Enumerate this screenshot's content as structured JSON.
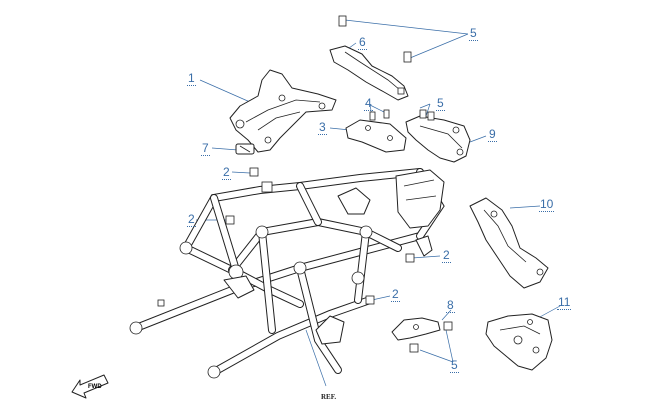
{
  "diagram": {
    "callouts": [
      {
        "id": "c1",
        "text": "1"
      },
      {
        "id": "c2a",
        "text": "2"
      },
      {
        "id": "c2b",
        "text": "2"
      },
      {
        "id": "c2c",
        "text": "2"
      },
      {
        "id": "c2d",
        "text": "2"
      },
      {
        "id": "c3",
        "text": "3"
      },
      {
        "id": "c4",
        "text": "4"
      },
      {
        "id": "c5a",
        "text": "5"
      },
      {
        "id": "c5b",
        "text": "5"
      },
      {
        "id": "c5c",
        "text": "5"
      },
      {
        "id": "c6",
        "text": "6"
      },
      {
        "id": "c7",
        "text": "7"
      },
      {
        "id": "c8",
        "text": "8"
      },
      {
        "id": "c9",
        "text": "9"
      },
      {
        "id": "c10",
        "text": "10"
      },
      {
        "id": "c11",
        "text": "11"
      }
    ],
    "ref_label": "REF.",
    "fwd_label": "FWD"
  },
  "colors": {
    "callout": "#3a6ea8",
    "line": "#222222"
  }
}
